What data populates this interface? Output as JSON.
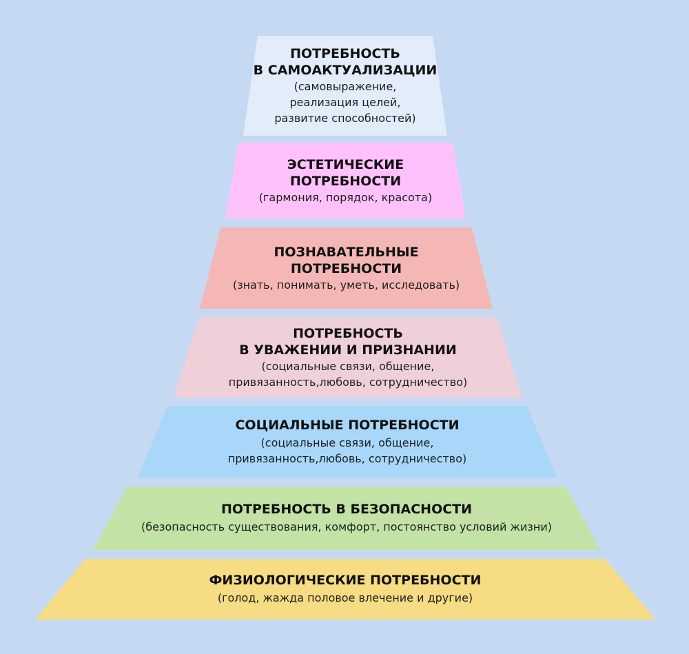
{
  "pyramid": {
    "tiers": [
      {
        "title": "ПОТРЕБНОСТЬ\nВ САМОАКТУАЛИЗАЦИИ",
        "description": "(самовыражение,\nреализация целей,\nразвитие способностей)",
        "color": "#e2ecfb"
      },
      {
        "title": "ЭСТЕТИЧЕСКИЕ\nПОТРЕБНОСТИ",
        "description": "(гармония, порядок, красота)",
        "color": "#ffc1fb"
      },
      {
        "title": "ПОЗНАВАТЕЛЬНЫЕ\nПОТРЕБНОСТИ",
        "description": "(знать, понимать, уметь, исследовать)",
        "color": "#f4b7b6"
      },
      {
        "title": "ПОТРЕБНОСТЬ\nВ УВАЖЕНИИ И ПРИЗНАНИИ",
        "description": "(социальные связи, общение,\nпривязанность,любовь, сотрудничество)",
        "color": "#efcfd8"
      },
      {
        "title": "СОЦИАЛЬНЫЕ ПОТРЕБНОСТИ",
        "description": "(социальные связи, общение,\nпривязанность,любовь, сотрудничество)",
        "color": "#a8d7f9"
      },
      {
        "title": "ПОТРЕБНОСТЬ В БЕЗОПАСНОСТИ",
        "description": "(безопасность существования, комфорт, постоянство условий жизни)",
        "color": "#c2e2a6"
      },
      {
        "title": "ФИЗИОЛОГИЧЕСКИЕ ПОТРЕБНОСТИ",
        "description": "(голод, жажда половое влечение и другие)",
        "color": "#f6dc82"
      }
    ]
  }
}
